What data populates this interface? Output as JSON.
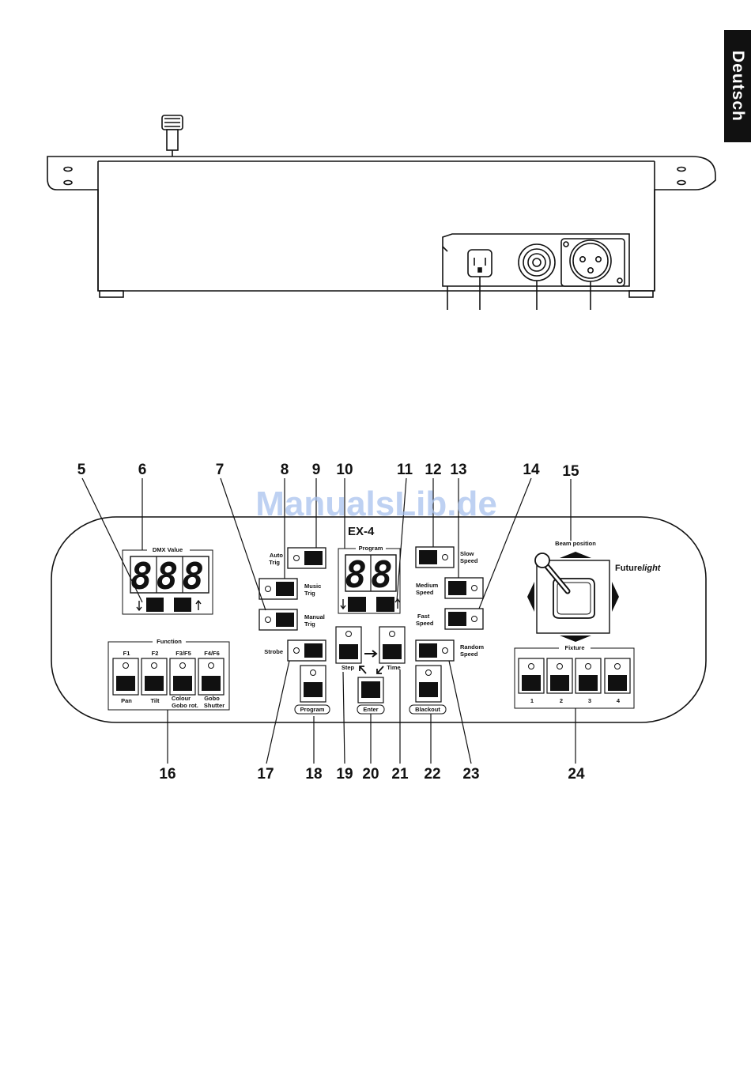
{
  "language_tab": "Deutsch",
  "watermark": "ManualsLib.de",
  "front_panel": {
    "model": "EX-4",
    "brand": "Future",
    "brand_italic": "light",
    "dmx_display": {
      "title": "DMX Value",
      "digits": "888"
    },
    "program_display": {
      "title": "Program",
      "digits": "88"
    },
    "auto_trig": [
      "Auto",
      "Trig"
    ],
    "music_trig": [
      "Music",
      "Trig"
    ],
    "manual_trig": [
      "Manual",
      "Trig"
    ],
    "strobe": "Strobe",
    "slow_speed": [
      "Slow",
      "Speed"
    ],
    "medium_speed": [
      "Medium",
      "Speed"
    ],
    "fast_speed": [
      "Fast",
      "Speed"
    ],
    "random_speed": [
      "Random",
      "Speed"
    ],
    "function": {
      "title": "Function",
      "keys": [
        {
          "top": "F1",
          "bottom": [
            "Pan",
            ""
          ]
        },
        {
          "top": "F2",
          "bottom": [
            "Tilt",
            ""
          ]
        },
        {
          "top": "F3/F5",
          "bottom": [
            "Colour",
            "Gobo rot."
          ]
        },
        {
          "top": "F4/F6",
          "bottom": [
            "Gobo",
            "Shutter"
          ]
        }
      ]
    },
    "program_key": "Program",
    "step": "Step",
    "time": "Time",
    "enter": "Enter",
    "blackout": "Blackout",
    "beam_position": "Beam position",
    "fixture": {
      "title": "Fixture",
      "keys": [
        "1",
        "2",
        "3",
        "4"
      ]
    }
  },
  "callouts_top": [
    "5",
    "6",
    "7",
    "8",
    "9",
    "10",
    "11",
    "12",
    "13",
    "14",
    "15"
  ],
  "callouts_bottom": [
    "16",
    "17",
    "18",
    "19",
    "20",
    "21",
    "22",
    "23",
    "24"
  ]
}
